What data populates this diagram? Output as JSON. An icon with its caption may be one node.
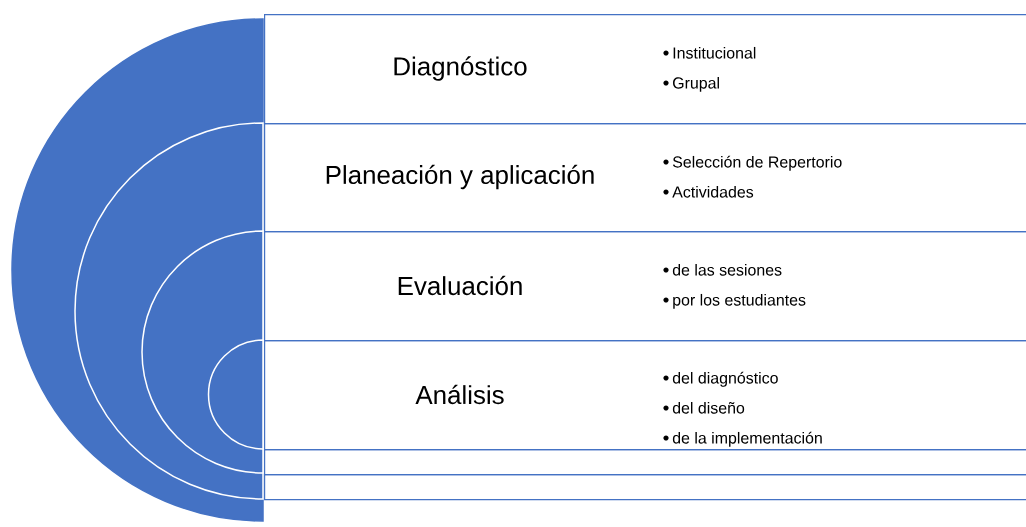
{
  "diagram": {
    "nodes": [
      {
        "text": [
          "Diagnóstico",
          "Institucional",
          "Grupal"
        ]
      },
      {
        "text": [
          "Planeación y aplicación",
          "Selección de Repertorio",
          "Actividades"
        ]
      },
      {
        "text": [
          "Evaluación",
          "de las sesiones",
          "por los estudiantes"
        ]
      },
      {
        "text": [
          "Análisis",
          "del diagnóstico",
          "del diseño",
          "de la implementación"
        ]
      },
      {
        "text": [],
        "shape": "box"
      },
      {
        "text": [],
        "shape": "box"
      }
    ]
  }
}
